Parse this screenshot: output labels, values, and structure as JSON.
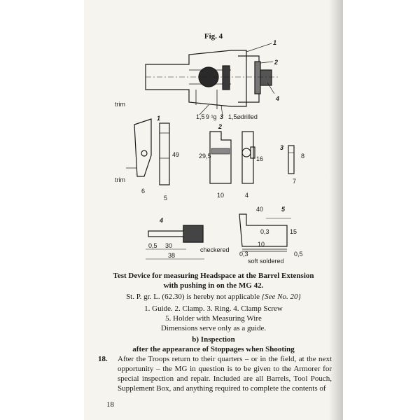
{
  "figure": {
    "title": "Fig. 4",
    "part_numbers": [
      "1",
      "2",
      "3",
      "4",
      "5"
    ],
    "labels": {
      "trim": "trim",
      "trim2": "trim",
      "drilled": "1,5⌀drilled",
      "dim_15": "1,5",
      "dim_9g": "9 ¹g",
      "checkered": "checkered",
      "soft_soldered": "soft soldered",
      "dim_40": "40",
      "dim_03": "0,3",
      "dim_03b": "0,3",
      "dim_10": "10",
      "dim_15b": "15",
      "dim_05": "0,5",
      "dim_30": "30",
      "dim_38": "38",
      "dim_49": "49",
      "dim_29_5": "29,5",
      "dim_5": "5",
      "dim_10b": "10",
      "dim_6": "6",
      "dim_4": "4",
      "dim_7": "7",
      "dim_16": "16",
      "dim_8": "8"
    }
  },
  "caption": {
    "title_line1": "Test Device for measuring Headspace at the Barrel Extension",
    "title_line2": "with pushing in on the MG 42.",
    "ref_main": "St. P. gr. L. (62.30) is hereby not applicable ",
    "ref_italic": "{See No. 20}",
    "parts_line1": "1. Guide.  2. Clamp.  3. Ring.  4. Clamp Screw",
    "parts_line2": "5. Holder with Measuring Wire",
    "parts_line3": "Dimensions serve only as a guide."
  },
  "section": {
    "heading1": "b)  Inspection",
    "heading2": "after the appearance of Stoppages when Shooting"
  },
  "paragraph": {
    "number": "18.",
    "text": "After the Troops return to their quarters – or in the field, at the next opportunity – the MG in question is to be given to the Armorer for special inspection and repair. Included are all Barrels, Tool Pouch, Supplement Box, and anything required to complete the contents of"
  },
  "page_number": "18"
}
